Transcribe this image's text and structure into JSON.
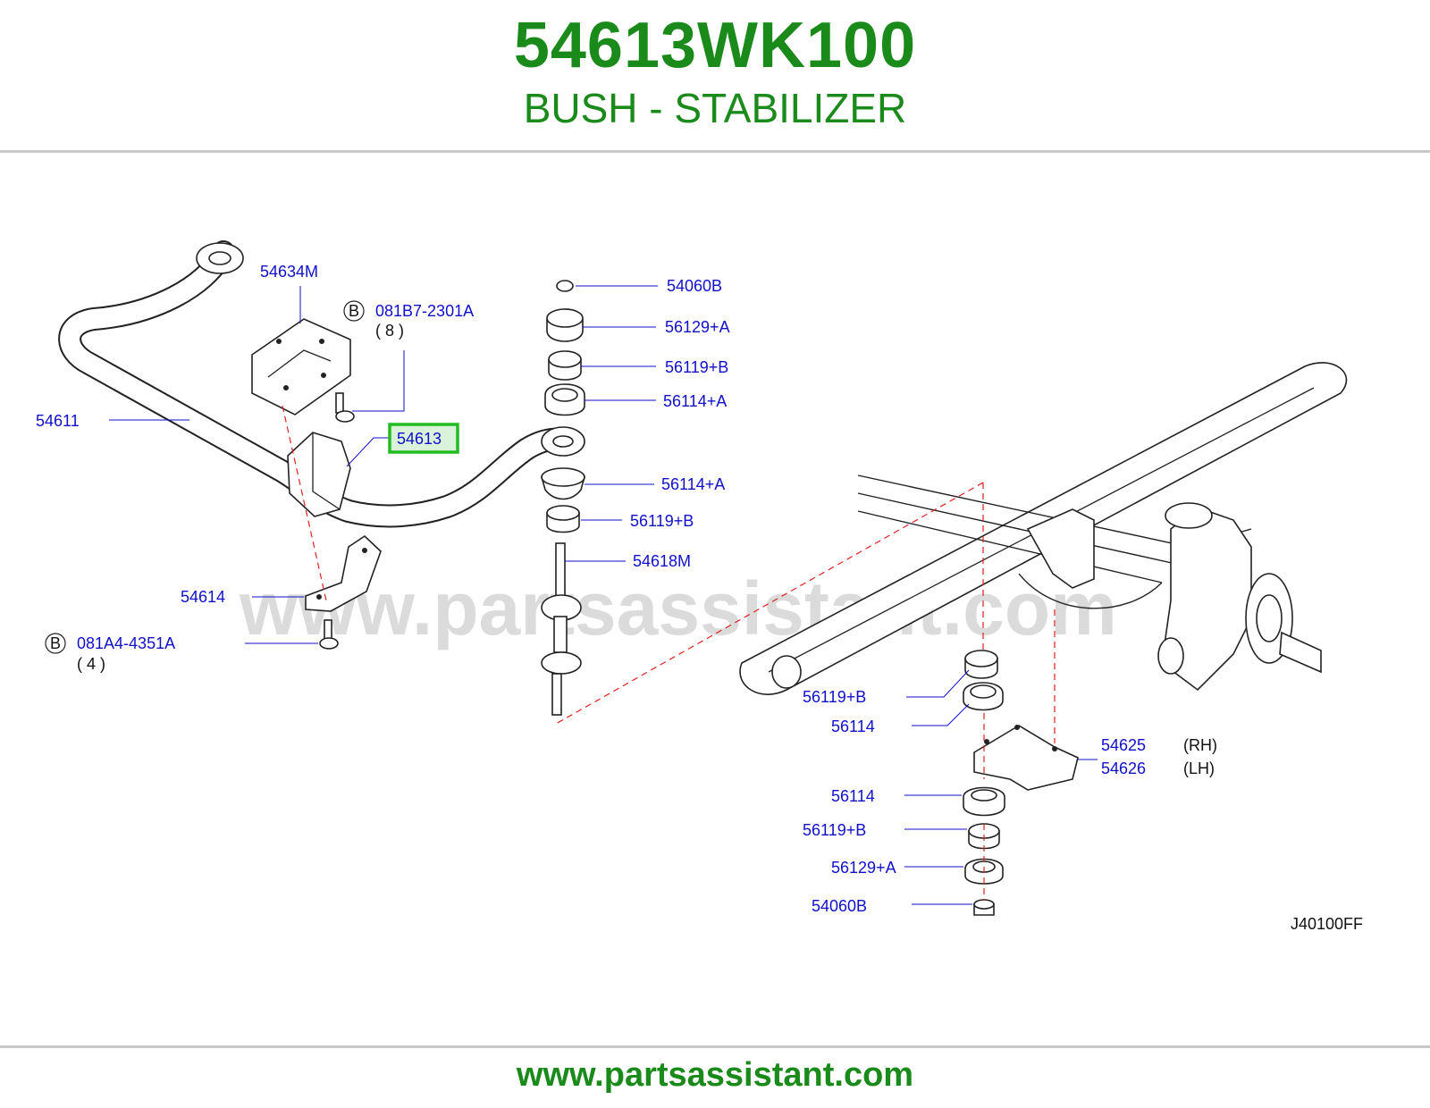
{
  "header": {
    "part_number": "54613WK100",
    "part_name": "BUSH - STABILIZER"
  },
  "footer": {
    "website": "www.partsassistant.com"
  },
  "diagram": {
    "watermark": "www.partsassistant.com",
    "diagram_code": "J40100FF",
    "highlighted_part": "54613",
    "callouts": {
      "c54634M": "54634M",
      "c081B7": "081B7-2301A",
      "c081B7_qty": "( 8 )",
      "c54611": "54611",
      "c54613": "54613",
      "c54614": "54614",
      "c081A4": "081A4-4351A",
      "c081A4_qty": "( 4 )",
      "c54060B_top": "54060B",
      "c56129A_top": "56129+A",
      "c56119B_top1": "56119+B",
      "c56114A_top1": "56114+A",
      "c56114A_top2": "56114+A",
      "c56119B_top2": "56119+B",
      "c54618M": "54618M",
      "c56119B_r1": "56119+B",
      "c56114_r1": "56114",
      "c54625": "54625",
      "c54625_side": "(RH)",
      "c54626": "54626",
      "c54626_side": "(LH)",
      "c56114_r2": "56114",
      "c56119B_r2": "56119+B",
      "c56129A_r": "56129+A",
      "c54060B_r": "54060B",
      "b_marker_1": "B",
      "b_marker_2": "B"
    }
  }
}
